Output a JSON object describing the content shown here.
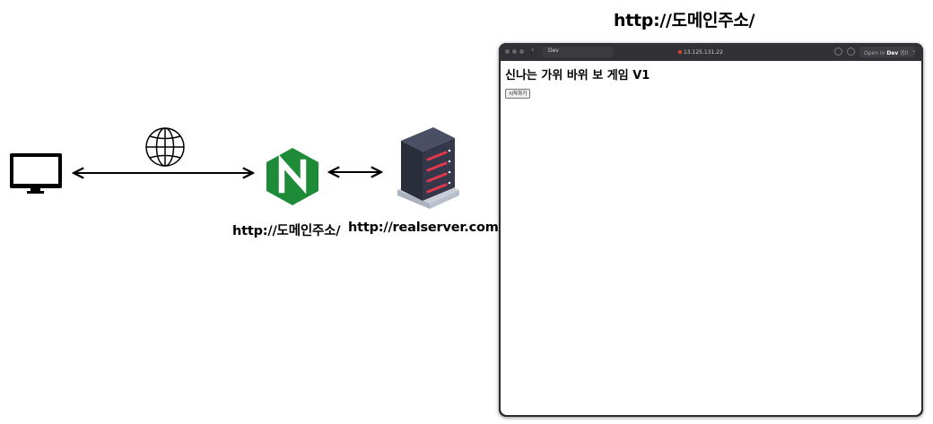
{
  "diagram": {
    "left_caption": "http://도메인주소/",
    "right_caption": "http://realserver.com/",
    "nginx_letter": "N",
    "icons": [
      "monitor-icon",
      "globe-icon",
      "nginx-icon",
      "server-icon"
    ],
    "colors": {
      "nginx_green": "#1e8b38",
      "server_dark": "#34384a",
      "server_red": "#e0394a",
      "server_base": "#c8ced8"
    }
  },
  "top_heading": "http://도메인주소/",
  "browser": {
    "tab_label": "Dev",
    "address": "13.125.131.22",
    "open_in_prefix": "Open in",
    "open_in_app": "Dev",
    "open_in_suffix": "앱0",
    "page": {
      "title": "신나는 가위 바위 보 게임 V1",
      "start_button": "시작하기"
    }
  }
}
